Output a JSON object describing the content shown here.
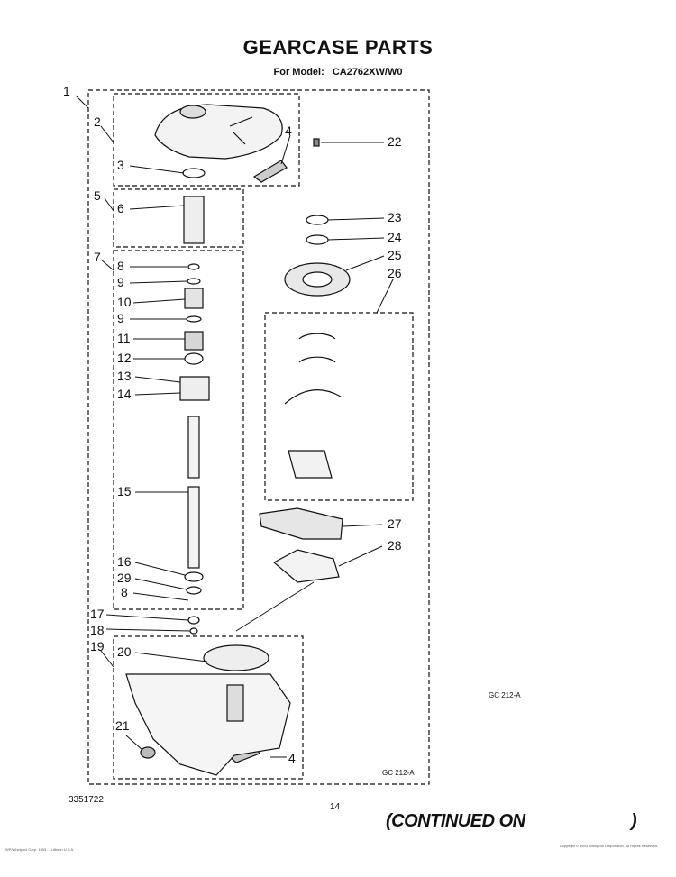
{
  "header": {
    "title": "GEARCASE PARTS",
    "model_label": "For Model:",
    "model_number": "CA2762XW/W0"
  },
  "callouts": [
    "1",
    "2",
    "3",
    "4",
    "5",
    "6",
    "7",
    "8",
    "9",
    "10",
    "9",
    "11",
    "12",
    "13",
    "14",
    "15",
    "16",
    "29",
    "8",
    "17",
    "18",
    "19",
    "20",
    "21",
    "4",
    "22",
    "23",
    "24",
    "25",
    "26",
    "27",
    "28"
  ],
  "codes": {
    "gc_main": "GC 212-A",
    "gc_box": "GC 212-A"
  },
  "footer": {
    "part_number": "3351722",
    "page_number": "14",
    "continued": "(CONTINUED ON",
    "continued_close": ")",
    "fine_left": "WP/Whirlpool Corp. 1993 ... Litho in U.S.A.",
    "fine_right": "Copyright © 1993 Whirlpool Corporation. All Rights Reserved."
  }
}
